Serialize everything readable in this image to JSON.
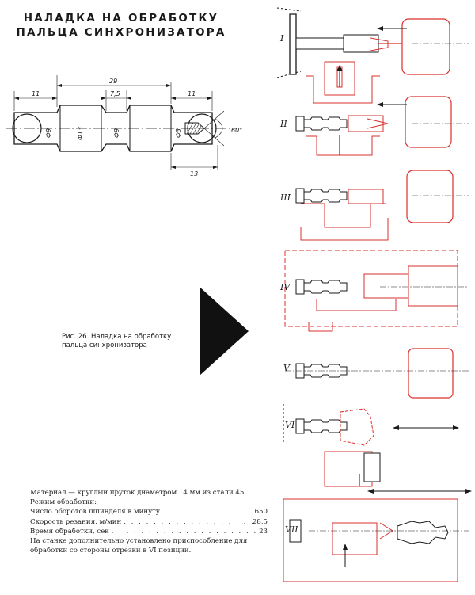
{
  "title": {
    "line1": "НАЛАДКА НА ОБРАБОТКУ",
    "line2": "ПАЛЬЦА СИНХРОНИЗАТОРА"
  },
  "part_drawing": {
    "dims": {
      "d29": "29",
      "d11_left": "11",
      "d7_5": "7,5",
      "d11_right": "11",
      "d13": "13",
      "phi9_left": "Ф9",
      "phi13": "Ф13",
      "phi9_right": "Ф9",
      "phi3": "Ф3",
      "angle": "60°"
    }
  },
  "caption": {
    "line1": "Рис. 26. Наладка на обработку",
    "line2": "пальца синхронизатора"
  },
  "specs": {
    "material": "Материал — круглый пруток диаметром 14 мм из стали 45.",
    "mode_heading": "Режим обработки:",
    "rows": [
      {
        "label": "Число оборотов шпинделя в минуту",
        "value": "650"
      },
      {
        "label": "Скорость резания, м/мин",
        "value": "28,5"
      },
      {
        "label": "Время обработки, сек",
        "value": "23"
      }
    ],
    "note": "На станке дополнительно установлено приспособление для обработки со стороны отрезки в VI позиции."
  },
  "positions": [
    "I",
    "II",
    "III",
    "IV",
    "V",
    "VI",
    "VII"
  ],
  "colors": {
    "ink": "#1a1a1a",
    "tooling_red": "#d9302c",
    "paper": "#ffffff"
  }
}
